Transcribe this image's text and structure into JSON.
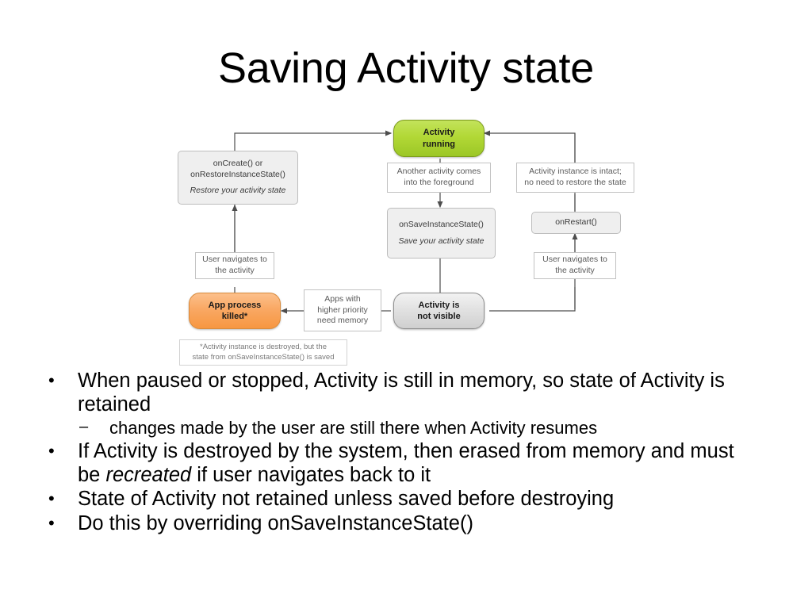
{
  "slide": {
    "title": "Saving Activity state"
  },
  "diagram": {
    "name": "activity-state-lifecycle-diagram",
    "colors": {
      "running_green": "#b2d836",
      "killed_orange": "#f9a864",
      "not_visible_grey": "#e2e2e2",
      "method_box_fill": "#efefef",
      "note_box_fill": "#ffffff",
      "line": "#4d4d4d"
    },
    "nodes": {
      "activity_running": {
        "line1": "Activity",
        "line2": "running"
      },
      "activity_not_visible": {
        "line1": "Activity is",
        "line2": "not visible"
      },
      "app_process_killed": {
        "line1": "App process",
        "line2": "killed*"
      },
      "on_create_restore": {
        "line1": "onCreate() or",
        "line2": "onRestoreInstanceState()",
        "italic": "Restore your activity state"
      },
      "on_save_instance_state": {
        "line1": "onSaveInstanceState()",
        "italic": "Save your activity state"
      },
      "on_restart": {
        "line1": "onRestart()"
      }
    },
    "notes": {
      "another_activity": {
        "line1": "Another activity comes",
        "line2": "into the foreground"
      },
      "instance_intact": {
        "line1": "Activity instance is intact;",
        "line2": "no need to restore the state"
      },
      "user_navigates_left": {
        "line1": "User navigates to",
        "line2": "the activity"
      },
      "user_navigates_right": {
        "line1": "User navigates to",
        "line2": "the activity"
      },
      "higher_priority": {
        "line1": "Apps with",
        "line2": "higher priority",
        "line3": "need memory"
      },
      "footnote": {
        "line1": "*Activity instance is destroyed, but the",
        "line2": "state from onSaveInstanceState() is saved"
      }
    }
  },
  "bullets": [
    {
      "level": 1,
      "marker": "•",
      "text": "When paused or stopped, Activity is still in memory, so state of Activity is retained"
    },
    {
      "level": 2,
      "marker": "–",
      "text": "changes made by the user are still there when Activity resumes"
    },
    {
      "level": 1,
      "marker": "•",
      "text_pre": "If Activity is destroyed by the system, then erased from memory and must be ",
      "text_italic": "recreated",
      "text_post": " if user navigates back to it"
    },
    {
      "level": 1,
      "marker": "•",
      "text": "State of Activity not retained unless saved before destroying"
    },
    {
      "level": 1,
      "marker": "•",
      "text": "Do this by overriding onSaveInstanceState()"
    }
  ]
}
